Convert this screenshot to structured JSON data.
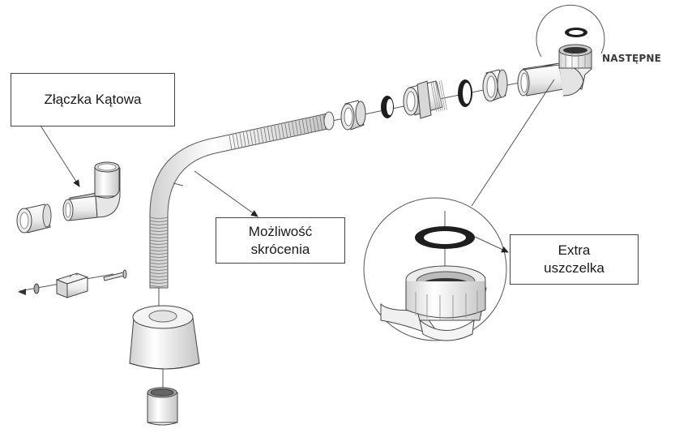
{
  "diagram": {
    "title": "Exploded view of drain pipe assembly",
    "labels": {
      "angle_connector": "Złączka Kątowa",
      "shortening": [
        "Możliwość",
        "skrócenia"
      ],
      "extra_gasket": [
        "Extra",
        "uszczelka"
      ],
      "next": "NASTĘPNE"
    },
    "parts": [
      "straight-coupling",
      "elbow-connector",
      "wall-clip",
      "wall-plug-screw",
      "washer",
      "corrugated-bent-hose",
      "base-cone",
      "threaded-sleeve",
      "union-nut-left",
      "black-gasket-left",
      "threaded-connector",
      "black-gasket-right",
      "union-nut-right",
      "elbow-outlet",
      "detail-gasket",
      "detail-threaded-nut"
    ],
    "colors": {
      "line": "#555555",
      "gasket": "#1e1e1e",
      "part_fill": "#f2f2f2",
      "part_shade": "#d4d4d4"
    }
  }
}
